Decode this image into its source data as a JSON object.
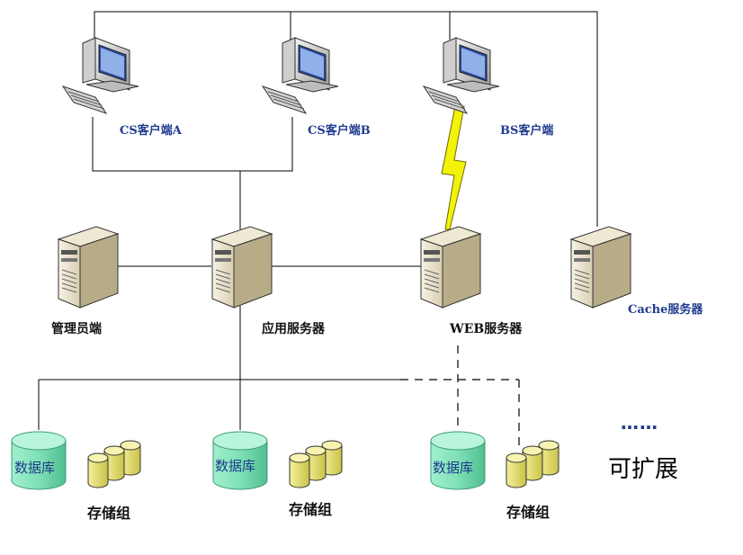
{
  "clients": {
    "cs_a": "CS客户端A",
    "cs_b": "CS客户端B",
    "bs": "BS客户端"
  },
  "servers": {
    "admin": "管理员端",
    "app": "应用服务器",
    "web": "WEB服务器",
    "cache": "Cache服务器"
  },
  "storage": {
    "db_label": "数据库",
    "group_label": "存储组",
    "ellipsis": "……",
    "expandable": "可扩展"
  },
  "colors": {
    "line": "#000000",
    "label_blue": "#1f3b8f",
    "lightning": "#f2f20a",
    "db_fill": "#7fe0b6",
    "disk_fill": "#e6e06a"
  }
}
